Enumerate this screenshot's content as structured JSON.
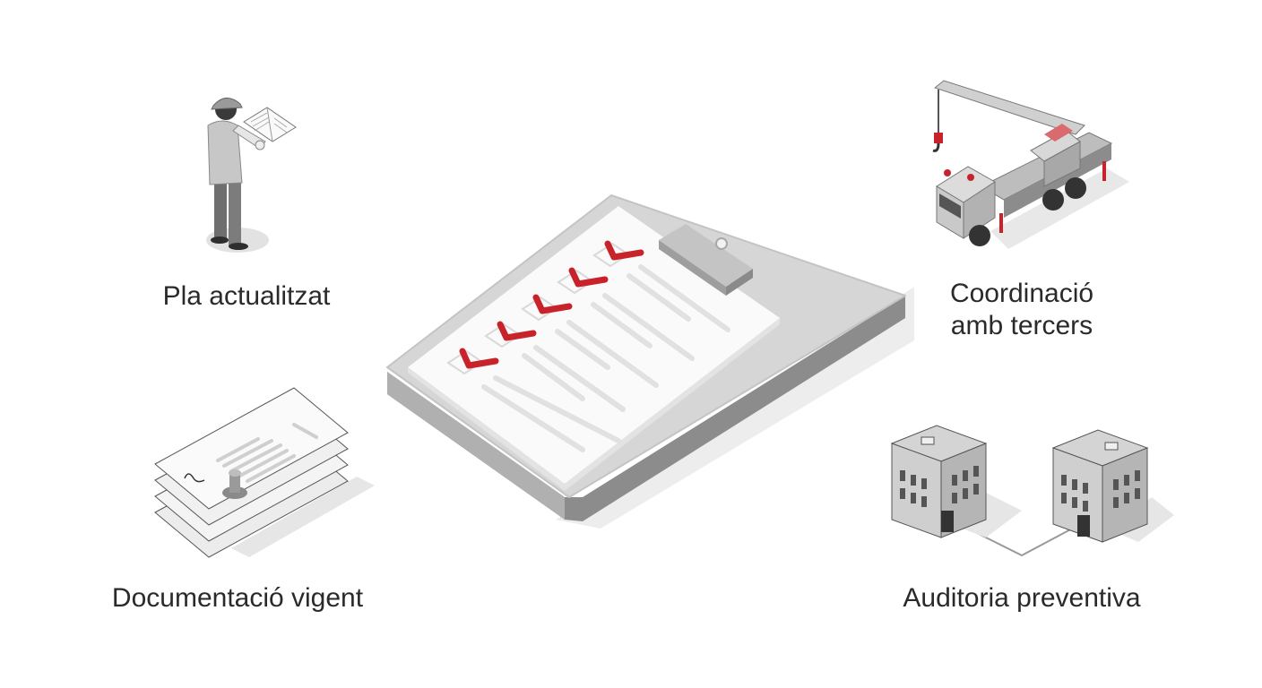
{
  "items": [
    {
      "id": "plan",
      "label": "Pla actualitzat",
      "icon": "worker-reading-plan-icon"
    },
    {
      "id": "coord",
      "label_line1": "Coordinació",
      "label_line2": "amb tercers",
      "icon": "crane-truck-icon"
    },
    {
      "id": "docs",
      "label": "Documentació vigent",
      "icon": "stamped-documents-icon"
    },
    {
      "id": "audit",
      "label": "Auditoria preventiva",
      "icon": "connected-buildings-icon"
    }
  ],
  "center": {
    "icon": "checklist-clipboard-icon",
    "checked_items": 5
  },
  "colors": {
    "accent": "#c8232b",
    "text": "#2a2a2a",
    "gray_light": "#e6e6e6",
    "gray_mid": "#bdbdbd",
    "gray_dark": "#7a7a7a"
  }
}
